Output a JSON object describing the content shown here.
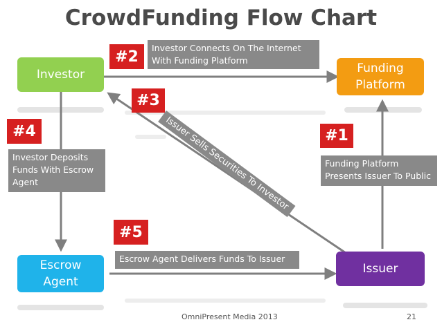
{
  "title": "CrowdFunding Flow Chart",
  "nodes": {
    "investor": "Investor",
    "platform": "Funding\nPlatform",
    "escrow": "Escrow\nAgent",
    "issuer": "Issuer"
  },
  "steps": [
    {
      "badge": "#1",
      "text": "Funding Platform\nPresents Issuer To Public"
    },
    {
      "badge": "#2",
      "text": "Investor Connects On The Internet\nWith Funding Platform"
    },
    {
      "badge": "#3",
      "text": "Issuer Sells Securities To Investor"
    },
    {
      "badge": "#4",
      "text": "Investor Deposits\nFunds With Escrow\nAgent"
    },
    {
      "badge": "#5",
      "text": "Escrow Agent Delivers Funds To Issuer"
    }
  ],
  "footer": {
    "credit": "OmniPresent Media 2013",
    "page": "21"
  },
  "colors": {
    "investor": "#92d050",
    "platform": "#f39c12",
    "escrow": "#1fb3ea",
    "issuer": "#7030a0",
    "badge": "#d62020",
    "label_box": "#898989",
    "arrow": "#7f7f7f"
  }
}
